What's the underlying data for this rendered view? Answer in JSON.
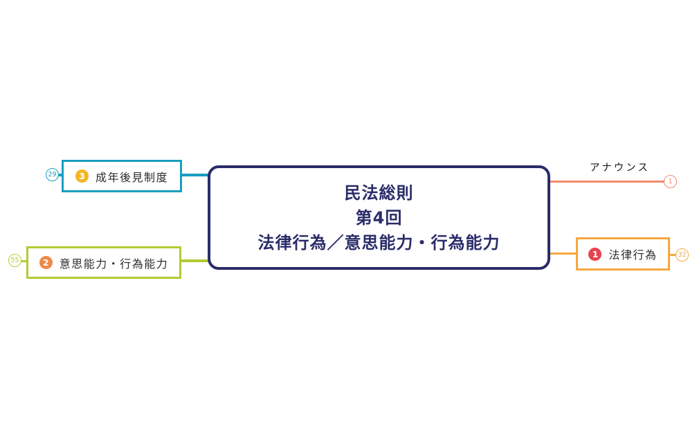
{
  "center_node": {
    "line1": "民法総則",
    "line2": "第4回",
    "line3": "法律行為／意思能力・行為能力",
    "text_color": "#2a2c69",
    "border_color": "#2a2c69"
  },
  "branches": {
    "announce": {
      "label": "アナウンス",
      "collapsed_count": "1",
      "line_color": "#f0886c"
    },
    "legal_act": {
      "badge": "1",
      "label": "法律行為",
      "collapsed_count": "32",
      "border_color": "#f4a73e",
      "badge_color": "#e84350"
    },
    "capacity": {
      "badge": "2",
      "label": "意思能力・行為能力",
      "collapsed_count": "55",
      "border_color": "#b2cb35",
      "badge_color": "#ee8a49"
    },
    "guardianship": {
      "badge": "3",
      "label": "成年後見制度",
      "collapsed_count": "29",
      "border_color": "#189ec0",
      "badge_color": "#f0b625"
    }
  }
}
